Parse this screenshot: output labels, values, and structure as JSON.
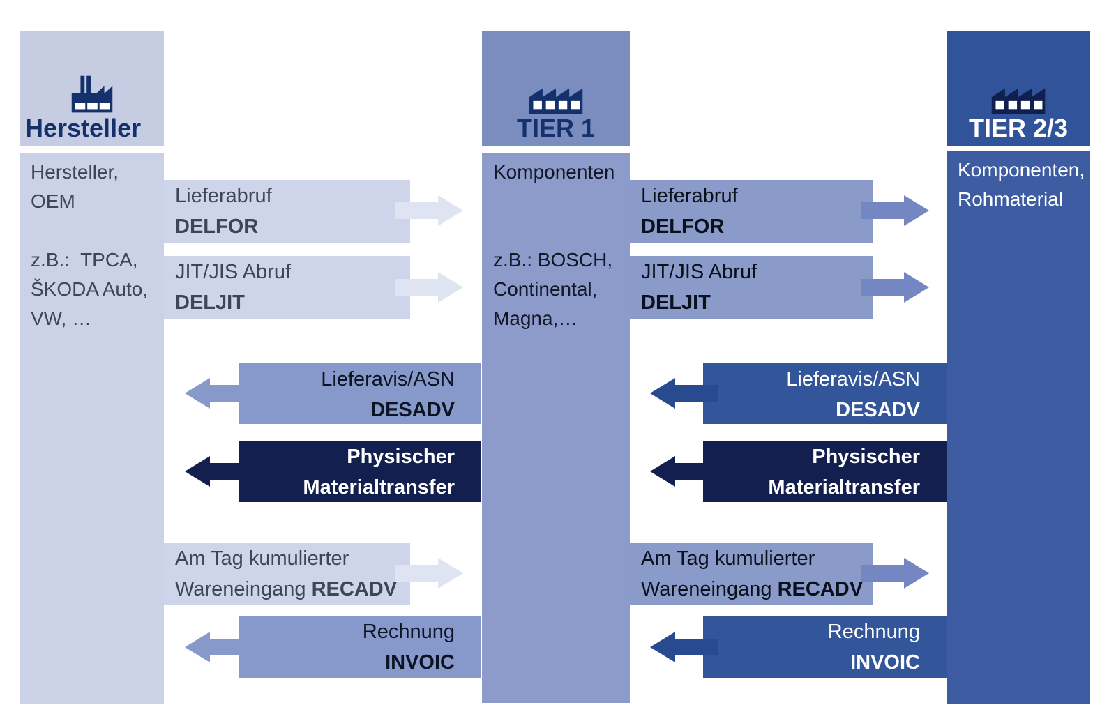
{
  "columns": {
    "left": {
      "title": "Hersteller",
      "icon": "factory-icon",
      "info_top": [
        "Hersteller,",
        "OEM"
      ],
      "info_examples": [
        "z.B.:  TPCA,",
        "ŠKODA Auto,",
        "VW, …"
      ]
    },
    "mid": {
      "title": "TIER 1",
      "icon": "factory-icon",
      "info_top": [
        "Komponenten"
      ],
      "info_examples": [
        "z.B.: BOSCH,",
        "Continental,",
        "Magna,…"
      ]
    },
    "right": {
      "title": "TIER 2/3",
      "icon": "factory-icon",
      "info_top": [
        "Komponenten,",
        "Rohmaterial"
      ]
    }
  },
  "flows": [
    {
      "group": "oem-tier1",
      "direction": "right",
      "l1": "Lieferabruf",
      "l1b": "",
      "l2": "",
      "l2b": "DELFOR"
    },
    {
      "group": "oem-tier1",
      "direction": "right",
      "l1": "JIT/JIS Abruf",
      "l1b": "",
      "l2": "",
      "l2b": "DELJIT"
    },
    {
      "group": "oem-tier1",
      "direction": "left",
      "l1": "Lieferavis/ASN",
      "l1b": "",
      "l2": "",
      "l2b": "DESADV"
    },
    {
      "group": "oem-tier1",
      "direction": "left",
      "l1": "",
      "l1b": "Physischer",
      "l2": "",
      "l2b": "Materialtransfer"
    },
    {
      "group": "oem-tier1",
      "direction": "right",
      "l1": "Am Tag kumulierter",
      "l1b": "",
      "l2": "Wareneingang ",
      "l2b": "RECADV"
    },
    {
      "group": "oem-tier1",
      "direction": "left",
      "l1": "Rechnung",
      "l1b": "",
      "l2": "",
      "l2b": "INVOIC"
    },
    {
      "group": "tier1-tier23",
      "direction": "right",
      "l1": "Lieferabruf",
      "l1b": "",
      "l2": "",
      "l2b": "DELFOR"
    },
    {
      "group": "tier1-tier23",
      "direction": "right",
      "l1": "JIT/JIS Abruf",
      "l1b": "",
      "l2": "",
      "l2b": "DELJIT"
    },
    {
      "group": "tier1-tier23",
      "direction": "left",
      "l1": "Lieferavis/ASN",
      "l1b": "",
      "l2": "",
      "l2b": "DESADV"
    },
    {
      "group": "tier1-tier23",
      "direction": "left",
      "l1": "",
      "l1b": "Physischer",
      "l2": "",
      "l2b": "Materialtransfer"
    },
    {
      "group": "tier1-tier23",
      "direction": "right",
      "l1": "Am Tag kumulierter",
      "l1b": "",
      "l2": "Wareneingang ",
      "l2b": "RECADV"
    },
    {
      "group": "tier1-tier23",
      "direction": "left",
      "l1": "Rechnung",
      "l1b": "",
      "l2": "",
      "l2b": "INVOIC"
    }
  ],
  "colors": {
    "oem_column_header": "#c6cde2",
    "oem_column_body": "#cbd2e7",
    "tier1_column_header": "#7b8cbf",
    "tier1_column_body": "#8c9bc9",
    "tier23_column_header": "#30539a",
    "tier23_column_body": "#3d5ca1",
    "light_label": "#ced4e9",
    "medium_label": "#8799ca",
    "dark_navy_label": "#13204f",
    "royal_blue_label": "#33569b",
    "title_navy": "#14316d"
  }
}
